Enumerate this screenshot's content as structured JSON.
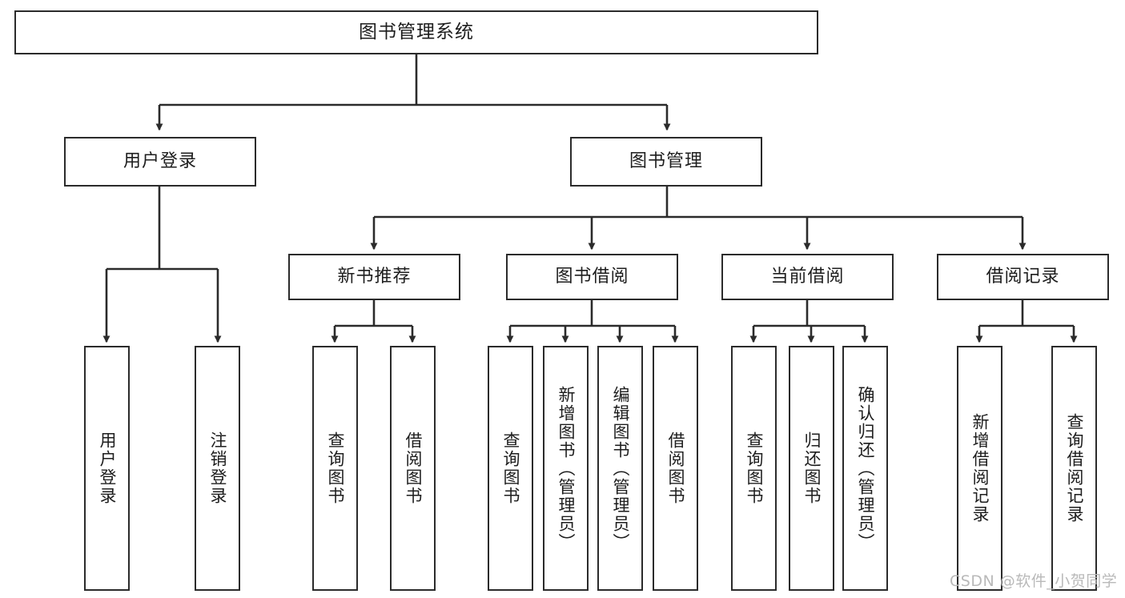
{
  "diagram": {
    "type": "tree-hierarchy",
    "title": "图书管理系统",
    "orientation": "top-down",
    "colors": {
      "border": "#2b2b2b",
      "text": "#1d1d1d",
      "background": "#ffffff",
      "edge": "#2b2b2b",
      "watermark": "#b9b9b9"
    }
  },
  "watermark": {
    "text": "CSDN @软件_小贺同学"
  },
  "nodes": {
    "root": {
      "label": "图书管理系统",
      "level": 0
    },
    "level1": [
      {
        "id": "user-login",
        "label": "用户登录"
      },
      {
        "id": "book-manage",
        "label": "图书管理"
      }
    ],
    "level2": [
      {
        "id": "new-book-recommend",
        "label": "新书推荐",
        "parent": "book-manage"
      },
      {
        "id": "book-borrow",
        "label": "图书借阅",
        "parent": "book-manage"
      },
      {
        "id": "current-borrow",
        "label": "当前借阅",
        "parent": "book-manage"
      },
      {
        "id": "borrow-record",
        "label": "借阅记录",
        "parent": "book-manage"
      }
    ],
    "leaves": [
      {
        "id": "leaf-user-login",
        "label": "用户登录",
        "parent": "user-login"
      },
      {
        "id": "leaf-logout",
        "label": "注销登录",
        "parent": "user-login"
      },
      {
        "id": "leaf-query-book-1",
        "label": "查询图书",
        "parent": "new-book-recommend"
      },
      {
        "id": "leaf-borrow-book-1",
        "label": "借阅图书",
        "parent": "new-book-recommend"
      },
      {
        "id": "leaf-query-book-2",
        "label": "查询图书",
        "parent": "book-borrow"
      },
      {
        "id": "leaf-add-book",
        "label": "新增图书（管理员）",
        "parent": "book-borrow"
      },
      {
        "id": "leaf-edit-book",
        "label": "编辑图书（管理员）",
        "parent": "book-borrow"
      },
      {
        "id": "leaf-borrow-book-2",
        "label": "借阅图书",
        "parent": "book-borrow"
      },
      {
        "id": "leaf-query-book-3",
        "label": "查询图书",
        "parent": "current-borrow"
      },
      {
        "id": "leaf-return-book",
        "label": "归还图书",
        "parent": "current-borrow"
      },
      {
        "id": "leaf-confirm-return",
        "label": "确认归还（管理员）",
        "parent": "current-borrow"
      },
      {
        "id": "leaf-add-record",
        "label": "新增借阅记录",
        "parent": "borrow-record"
      },
      {
        "id": "leaf-query-record",
        "label": "查询借阅记录",
        "parent": "borrow-record"
      }
    ]
  }
}
